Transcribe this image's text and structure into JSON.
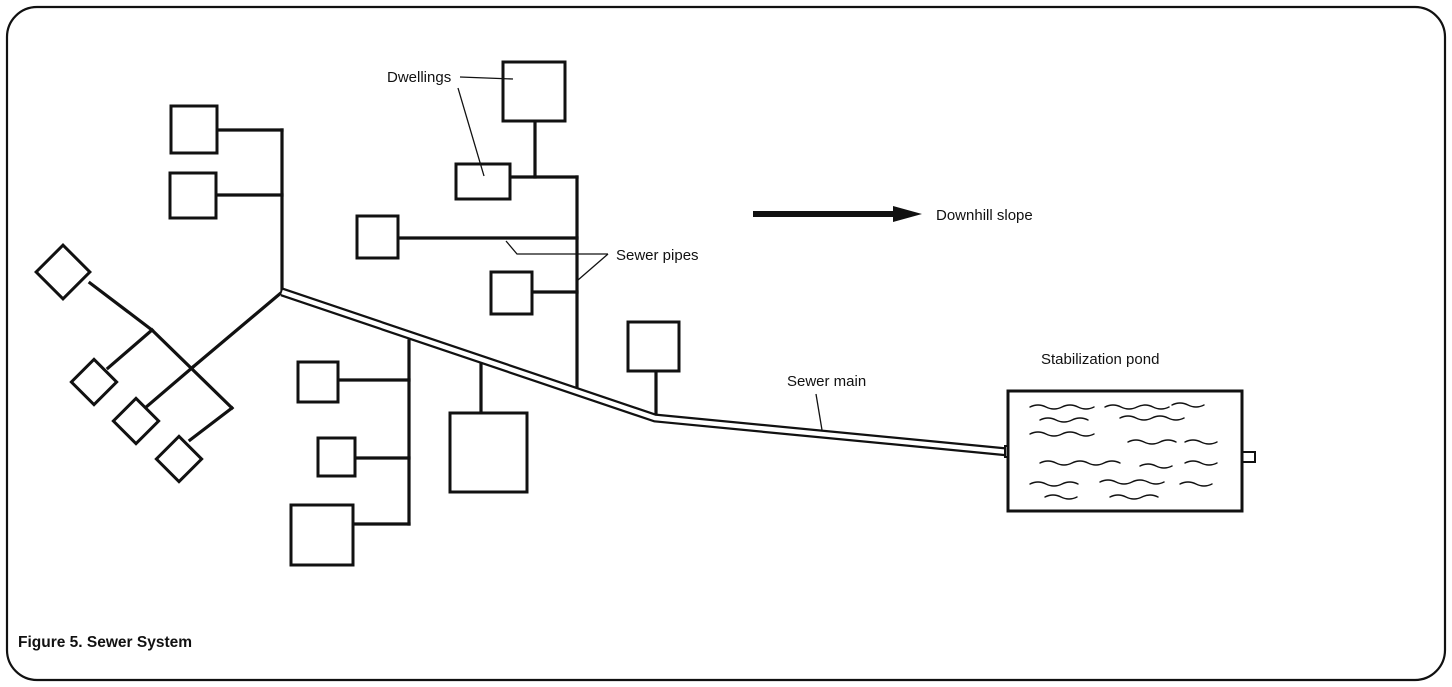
{
  "caption": "Figure 5. Sewer System",
  "labels": {
    "dwellings": "Dwellings",
    "sewer_pipes": "Sewer pipes",
    "downhill_slope": "Downhill slope",
    "stabilization_pond": "Stabilization pond",
    "sewer_main": "Sewer main"
  },
  "colors": {
    "ink": "#111111",
    "background": "#ffffff"
  }
}
